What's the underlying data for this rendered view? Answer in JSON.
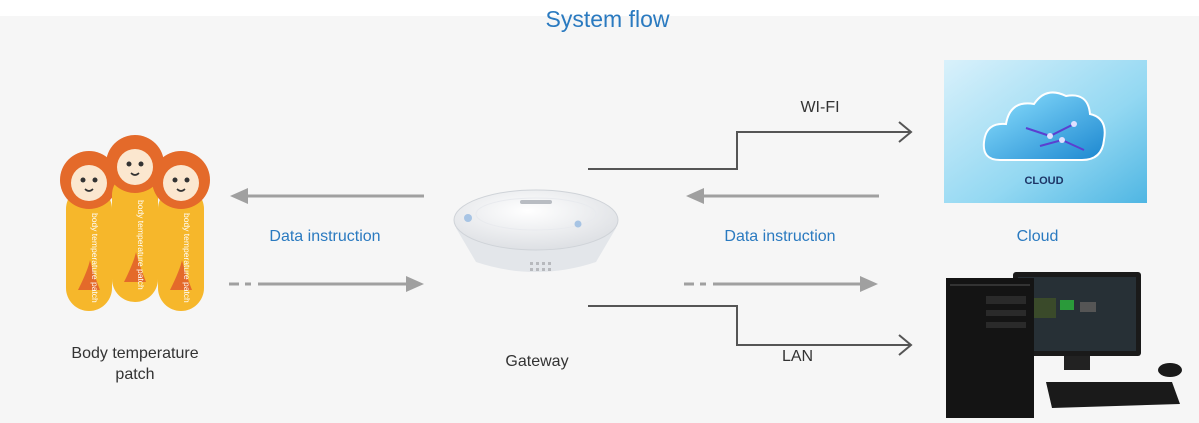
{
  "title": "System flow",
  "nodes": {
    "patch": "Body temperature patch",
    "gateway": "Gateway",
    "cloud": "Cloud",
    "cloud_logo": "CLOUD"
  },
  "links": {
    "left_instruction": "Data instruction",
    "right_instruction": "Data instruction",
    "wifi": "WI-FI",
    "lan": "LAN"
  },
  "patch_text": "body temperature patch",
  "colors": {
    "title": "#2a7ac0",
    "arrow": "#a0a0a0",
    "line": "#555555",
    "patch": "#f6b72b",
    "lion": "#e46a2a"
  }
}
